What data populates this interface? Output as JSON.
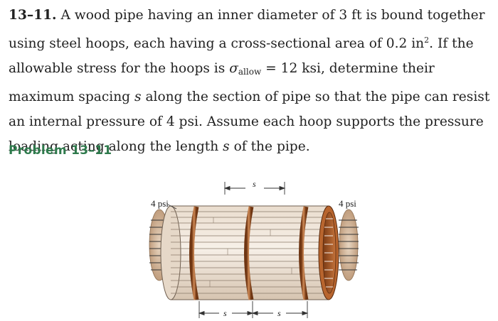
{
  "problem": {
    "number": "13–11.",
    "text_1": " A wood pipe having an inner diameter of 3 ft is bound together using steel hoops, each having a cross-sectional area of 0.2 in",
    "sup_1": "2",
    "text_2": ". If the allowable stress for the hoops is ",
    "sigma": "σ",
    "sigma_sub": "allow",
    "text_3": " = 12 ksi, determine their maximum spacing ",
    "s_1": "s",
    "text_4": " along the section of pipe so that the pipe can resist an internal pressure of 4 psi. Assume each hoop supports the pressure loading acting along the length ",
    "s_2": "s",
    "text_5": " of the pipe."
  },
  "heading": "Problem 13–11",
  "figure": {
    "left_pressure": "4 psi",
    "right_pressure": "4 psi",
    "top_spacing": "s",
    "bottom_spacing_1": "s",
    "bottom_spacing_2": "s",
    "colors": {
      "wood_light": "#efe6db",
      "wood_line": "#8a7a6a",
      "hoop": "#8b4a22",
      "hoop_highlight": "#d08a55",
      "pipe_end": "#b8652e",
      "pressure_disc": "#c9ad8e"
    }
  }
}
